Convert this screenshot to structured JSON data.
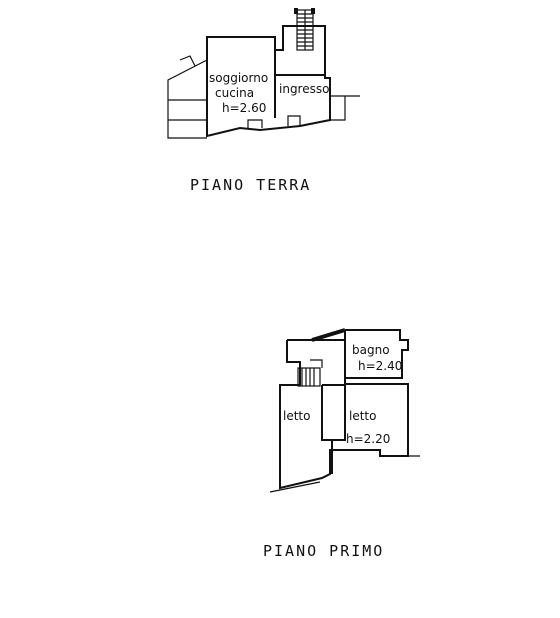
{
  "floors": [
    {
      "title": "PIANO   TERRA",
      "rooms": [
        {
          "name": "soggiorno"
        },
        {
          "name": "cucina"
        },
        {
          "name": "h=2.60"
        },
        {
          "name": "ingresso"
        }
      ]
    },
    {
      "title": "PIANO  PRIMO",
      "rooms": [
        {
          "name": "bagno"
        },
        {
          "name": "h=2.40"
        },
        {
          "name": "letto"
        },
        {
          "name": "letto"
        },
        {
          "name": "h=2.20"
        }
      ]
    }
  ]
}
